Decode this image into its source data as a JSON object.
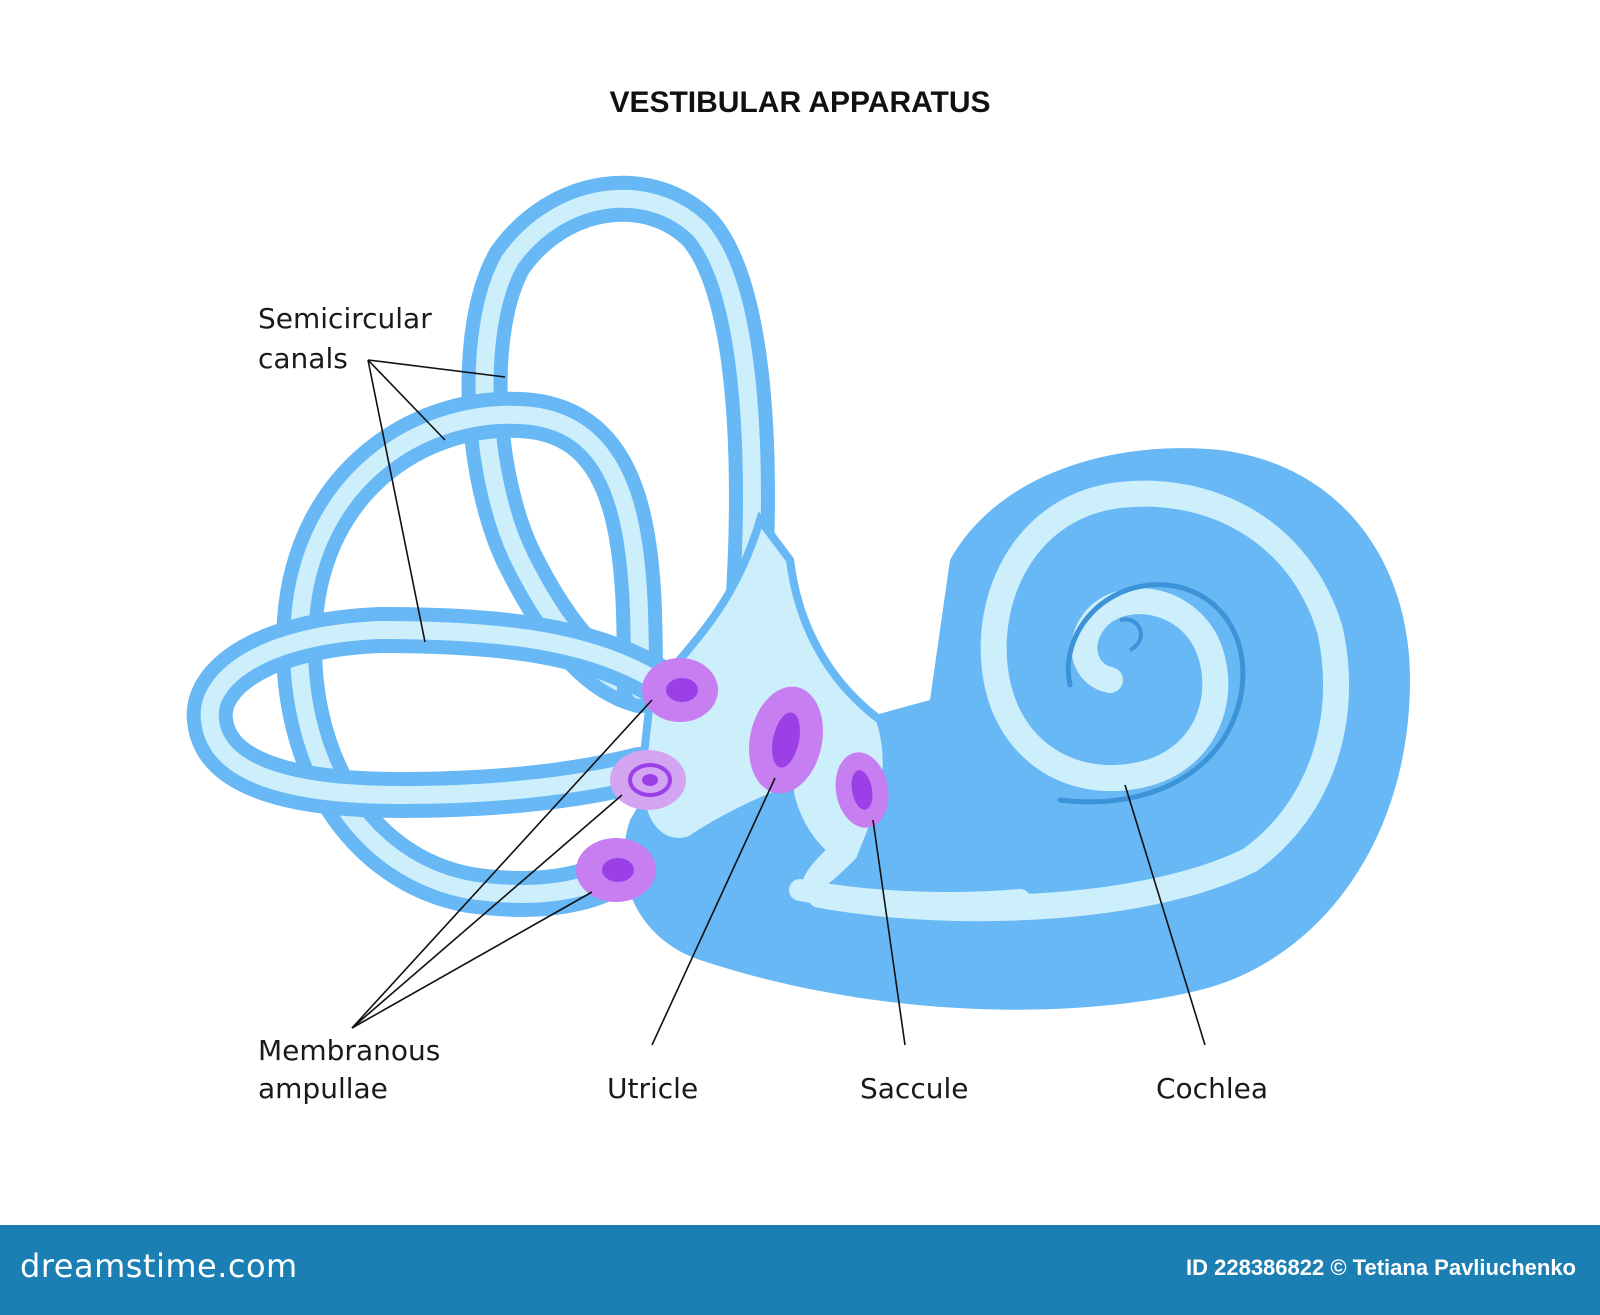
{
  "title": "VESTIBULAR APPARATUS",
  "labels": {
    "semicircular_line1": "Semicircular",
    "semicircular_line2": "canals",
    "ampullae_line1": "Membranous",
    "ampullae_line2": "ampullae",
    "utricle": "Utricle",
    "saccule": "Saccule",
    "cochlea": "Cochlea"
  },
  "footer": {
    "logo": "dreamstime.com",
    "credit": "ID 228386822 © Tetiana Pavliuchenko"
  },
  "colors": {
    "outer_blue": "#67b8f5",
    "inner_light": "#cdeefb",
    "purple_outer": "#c77ef0",
    "purple_inner": "#9b3fe6",
    "footer_bg": "#1b7fb3"
  }
}
